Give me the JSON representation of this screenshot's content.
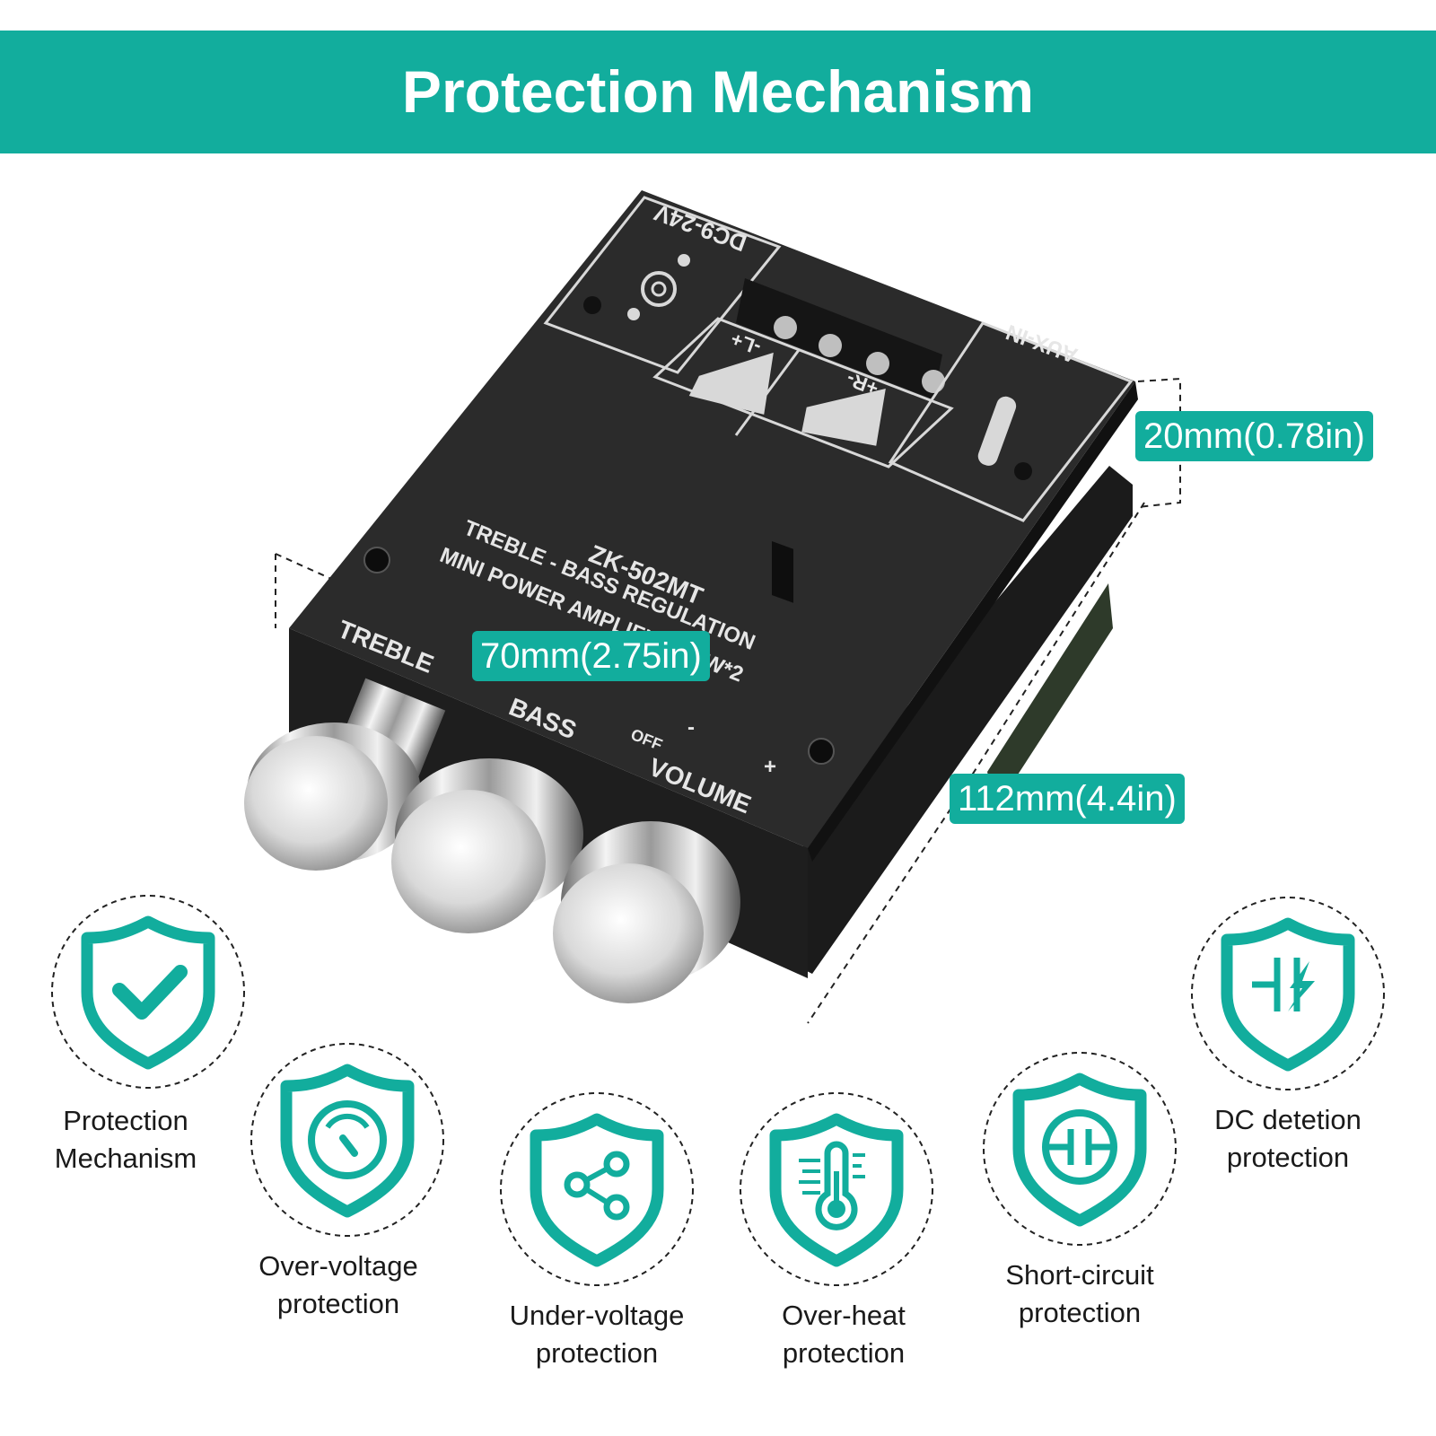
{
  "header": {
    "title": "Protection Mechanism"
  },
  "product": {
    "labels": {
      "dc": "DC9-24V",
      "left": "-L+",
      "right": "+R-",
      "aux": "AUX-IN",
      "model": "ZK-502MT",
      "line1": "TREBLE - BASS REGULATION",
      "line2": "MINI POWER AMPLIFIER 50W*2",
      "treble": "TREBLE",
      "bass": "BASS",
      "volume": "VOLUME",
      "off": "OFF",
      "minus": "-",
      "plus": "+"
    }
  },
  "dimensions": {
    "height": "20mm(0.78in)",
    "width": "70mm(2.75in)",
    "length": "112mm(4.4in)"
  },
  "features": [
    {
      "icon": "shield-check-icon",
      "label": "Protection\nMechanism"
    },
    {
      "icon": "shield-gauge-icon",
      "label": "Over-voltage\nprotection"
    },
    {
      "icon": "shield-share-icon",
      "label": "Under-voltage\nprotection"
    },
    {
      "icon": "shield-thermometer-icon",
      "label": "Over-heat\nprotection"
    },
    {
      "icon": "shield-short-circuit-icon",
      "label": "Short-circuit\nprotection"
    },
    {
      "icon": "shield-dc-icon",
      "label": "DC detetion\nprotection"
    }
  ],
  "colors": {
    "accent": "#12ad9d",
    "board": "#2b2b2b",
    "text": "#1a1a1a"
  }
}
